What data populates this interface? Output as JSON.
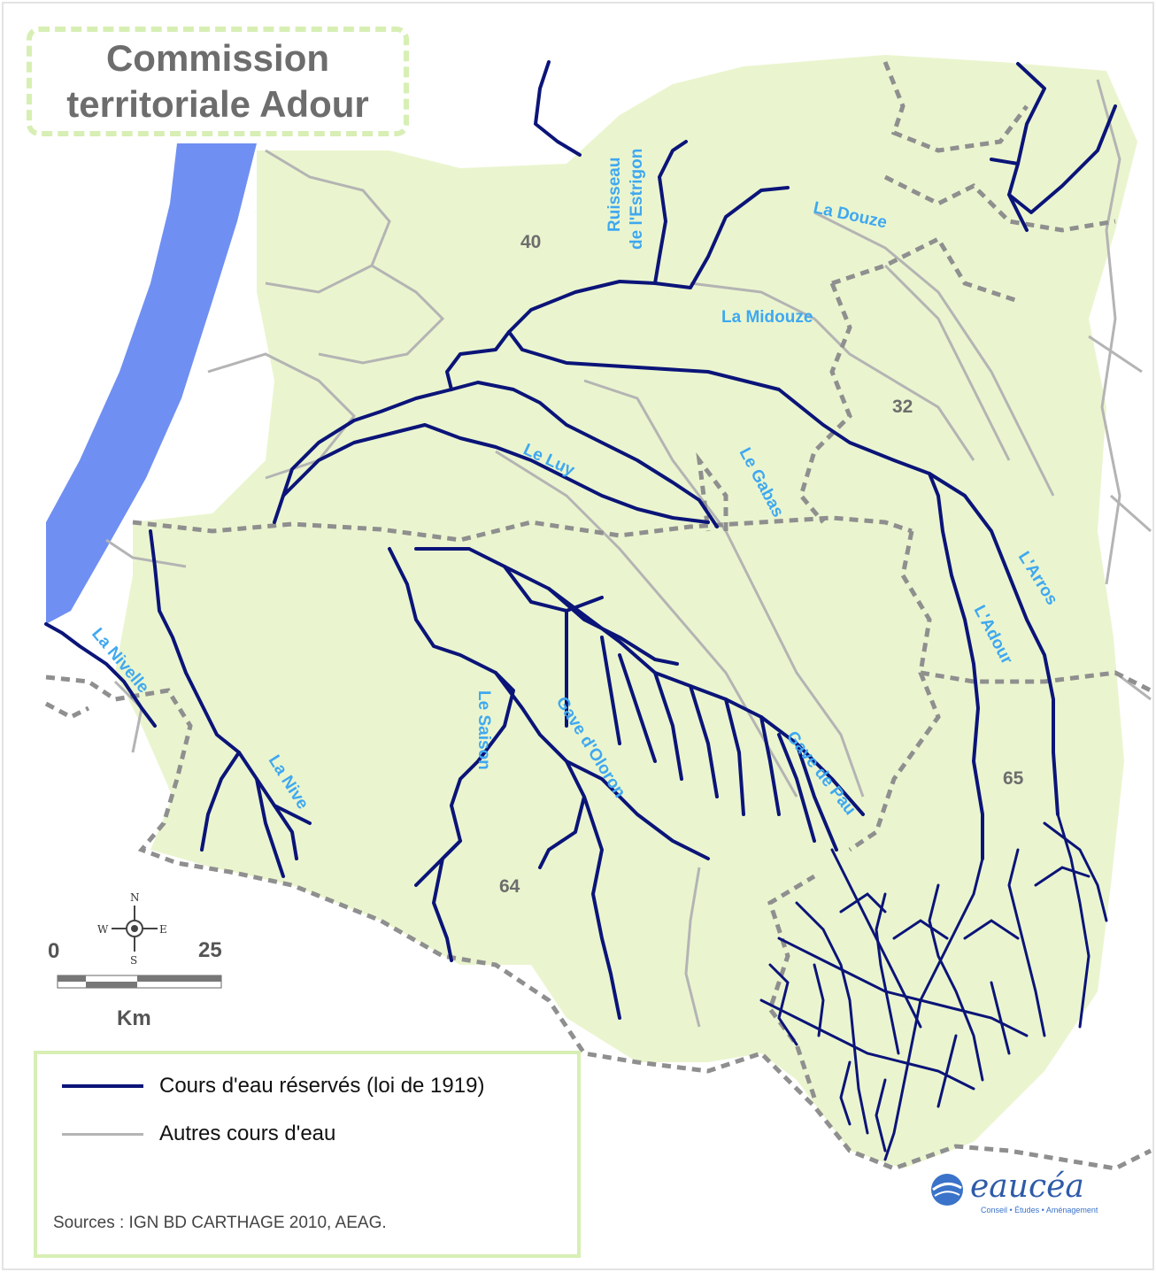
{
  "title": {
    "line1": "Commission",
    "line2": "territoriale Adour"
  },
  "departments": [
    "40",
    "32",
    "64",
    "65"
  ],
  "rivers": {
    "estrigon": "Ruisseau de l'Estrigon",
    "douze": "La Douze",
    "midouze": "La Midouze",
    "luy": "Le Luy",
    "gabas": "Le Gabas",
    "arros": "L'Arros",
    "adour": "L'Adour",
    "nivelle": "La Nivelle",
    "nive": "La Nive",
    "saison": "Le Saison",
    "oloron": "Gave d'Oloron",
    "pau": "Gave de Pau"
  },
  "scale": {
    "zero": "0",
    "max": "25",
    "unit": "Km",
    "north": "N",
    "south": "S",
    "east": "E",
    "west": "W"
  },
  "legend": {
    "reserved": "Cours d'eau réservés (loi de 1919)",
    "other": "Autres cours d'eau",
    "sources": "Sources : IGN BD CARTHAGE 2010, AEAG."
  },
  "logo": {
    "name": "eaucéa",
    "tagline": "Conseil • Études • Aménagement"
  },
  "colors": {
    "basin": "#eaf5cf",
    "ocean": "#6f8ff2",
    "reserved_river": "#0b1478",
    "other_river": "#b4b4b4",
    "boundary": "#8f8f8f",
    "label": "#3fa8f0",
    "frame": "#d7efb4"
  }
}
